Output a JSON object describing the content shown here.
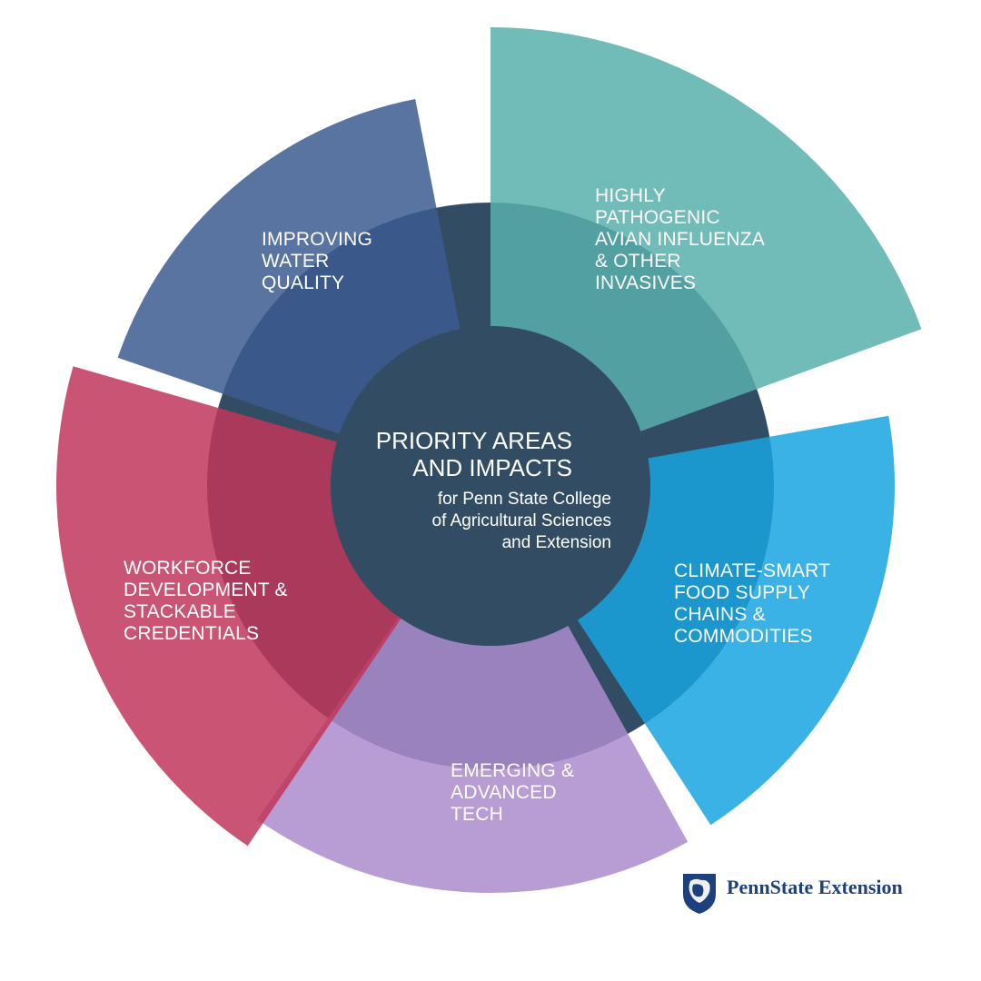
{
  "center": {
    "title_lines": [
      "PRIORITY AREAS",
      "AND IMPACTS"
    ],
    "subtitle_lines": [
      "for Penn State College",
      "of Agricultural Sciences",
      "and Extension"
    ],
    "color": "#324d63"
  },
  "sectors": [
    {
      "id": "water",
      "lines": [
        "IMPROVING",
        "WATER",
        "QUALITY"
      ],
      "color": "#3c5c91"
    },
    {
      "id": "avian",
      "lines": [
        "HIGHLY",
        "PATHOGENIC",
        "AVIAN INFLUENZA",
        "& OTHER",
        "INVASIVES"
      ],
      "color": "#58afab"
    },
    {
      "id": "climate",
      "lines": [
        "CLIMATE-SMART",
        "FOOD SUPPLY",
        "CHAINS &",
        "COMMODITIES"
      ],
      "color": "#17a4e0"
    },
    {
      "id": "tech",
      "lines": [
        "EMERGING &",
        "ADVANCED",
        "TECH"
      ],
      "color": "#ac8ccd"
    },
    {
      "id": "workforce",
      "lines": [
        "WORKFORCE",
        "DEVELOPMENT &",
        "STACKABLE",
        "CREDENTIALS"
      ],
      "color": "#c1365a"
    }
  ],
  "logo": {
    "text": "PennState Extension",
    "color": "#1e407c"
  }
}
